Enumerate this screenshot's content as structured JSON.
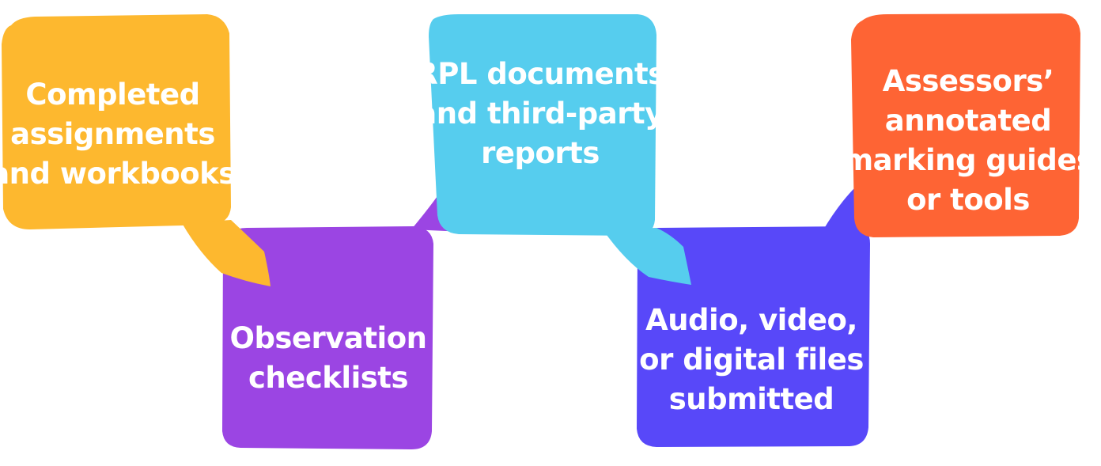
{
  "colors": {
    "yellow": "#FDB82F",
    "purple": "#9B45E3",
    "sky": "#56CDEE",
    "indigo": "#5848F9",
    "orange": "#FE6434",
    "text": "#FFFFFF"
  },
  "bubbles": [
    {
      "id": "completed",
      "color": "#FDB82F",
      "lines": [
        "Completed",
        "assignments",
        "and workbooks"
      ]
    },
    {
      "id": "observation",
      "color": "#9B45E3",
      "lines": [
        "Observation",
        "checklists"
      ]
    },
    {
      "id": "rpl",
      "color": "#56CDEE",
      "lines": [
        "RPL documents",
        "and third-party",
        "reports"
      ]
    },
    {
      "id": "audio",
      "color": "#5848F9",
      "lines": [
        "Audio, video,",
        "or digital files",
        "submitted"
      ]
    },
    {
      "id": "assessors",
      "color": "#FE6434",
      "lines": [
        "Assessors’",
        "annotated",
        "marking guides",
        "or tools"
      ]
    }
  ]
}
